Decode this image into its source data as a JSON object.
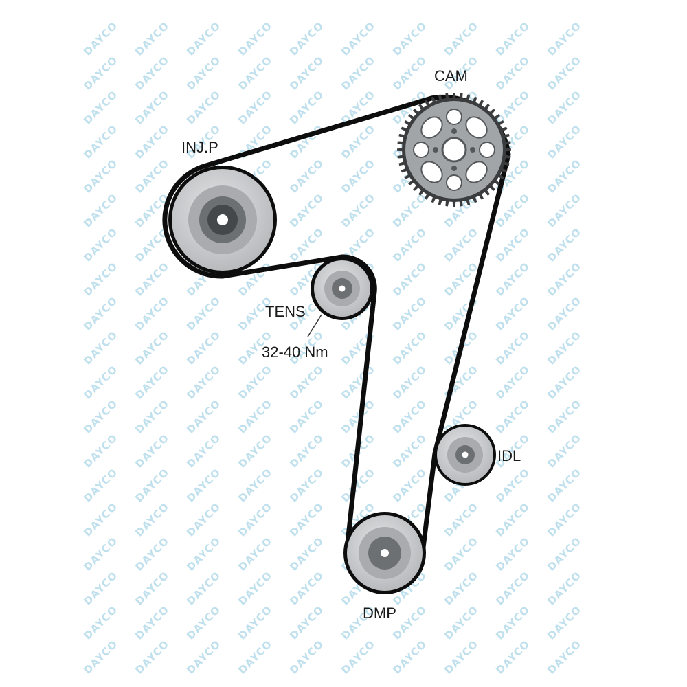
{
  "watermark": {
    "text": "DAYCO",
    "color": "#bfe0ec"
  },
  "colors": {
    "belt": "#0d0d0d",
    "pulley_face": "#cfd0d2",
    "pulley_mid": "#a9abae",
    "pulley_hub": "#6d7073",
    "pulley_core": "#45484b",
    "sprocket": "#9a9da0"
  },
  "components": {
    "cam": {
      "label": "CAM",
      "type": "toothed sprocket"
    },
    "injp": {
      "label": "INJ.P"
    },
    "tens": {
      "label": "TENS",
      "torque": "32-40 Nm"
    },
    "idl": {
      "label": "IDL"
    },
    "dmp": {
      "label": "DMP"
    }
  }
}
